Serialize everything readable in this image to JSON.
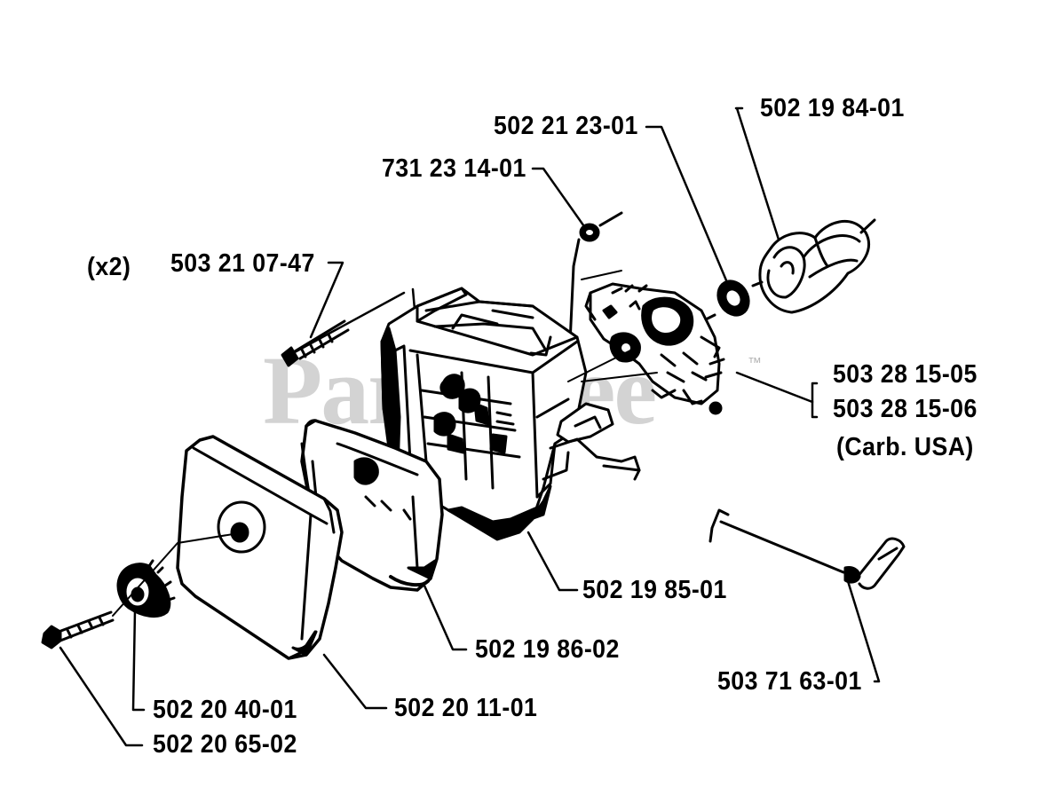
{
  "watermark": {
    "text": "PartsTree",
    "trademark": "™"
  },
  "labels": {
    "qty_x2": "(x2)",
    "p_503_21_07_47": "503 21 07-47",
    "p_731_23_14_01": "731 23 14-01",
    "p_502_21_23_01": "502 21 23-01",
    "p_502_19_84_01": "502 19 84-01",
    "p_503_28_15_05": "503 28 15-05",
    "p_503_28_15_06": "503 28 15-06",
    "carb_usa": "(Carb. USA)",
    "p_502_19_85_01": "502 19 85-01",
    "p_502_19_86_02": "502 19 86-02",
    "p_503_71_63_01": "503 71 63-01",
    "p_502_20_40_01": "502 20 40-01",
    "p_502_20_11_01": "502 20 11-01",
    "p_502_20_65_02": "502 20 65-02"
  }
}
